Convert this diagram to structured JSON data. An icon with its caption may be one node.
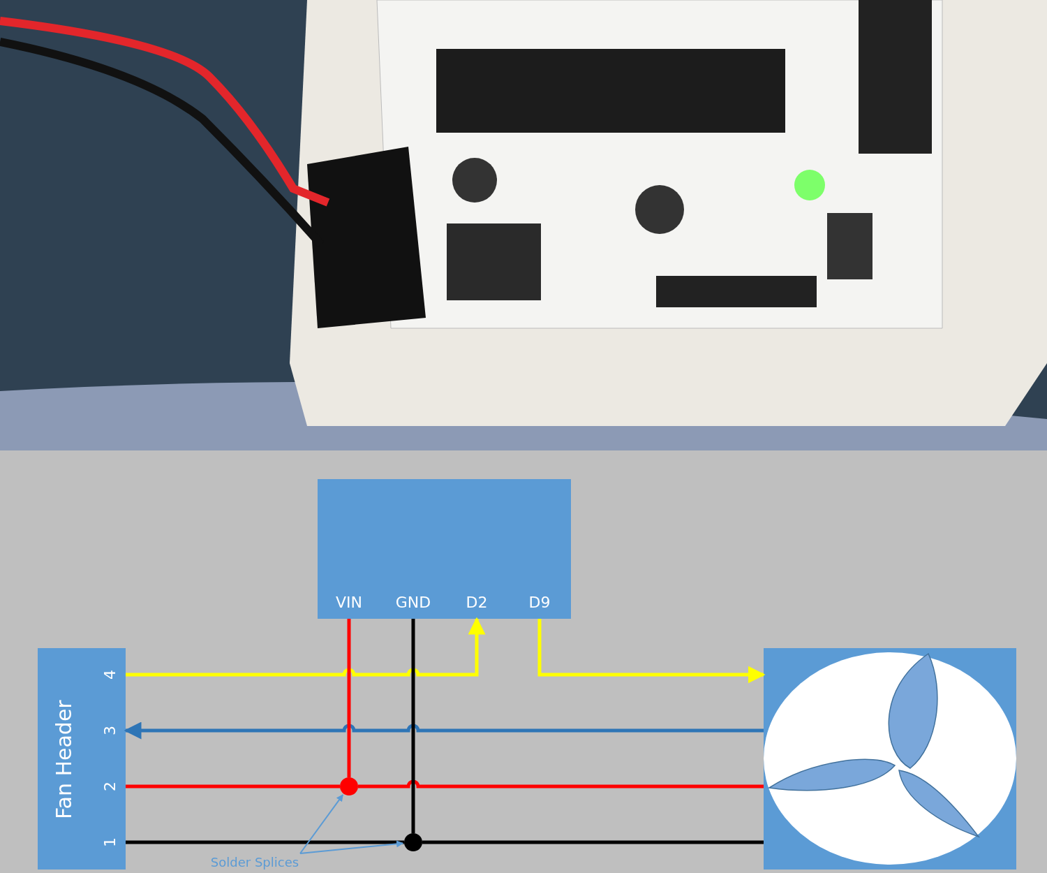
{
  "diagram": {
    "nodes": [
      {
        "text": [],
        "shape": "picture"
      },
      {
        "text": [],
        "shape": "box"
      },
      {
        "text": [
          "VIN"
        ],
        "in": 1
      },
      {
        "text": [
          "GND"
        ],
        "in": 1
      },
      {
        "text": [
          "D2"
        ],
        "in": 1
      },
      {
        "text": [
          "D9"
        ],
        "in": 1
      },
      {
        "text": [
          "Fan Header"
        ]
      },
      {
        "text": [
          "4"
        ],
        "in": 6
      },
      {
        "text": [
          "3"
        ],
        "in": 6
      },
      {
        "text": [
          "2"
        ],
        "in": 6
      },
      {
        "text": [
          "1"
        ],
        "in": 6
      },
      {
        "text": [],
        "shape": "picture"
      },
      {
        "text": [],
        "shape": "circle"
      },
      {
        "text": [],
        "shape": "circle"
      },
      {
        "text": [
          "Solder Splices"
        ]
      }
    ],
    "edges": [
      {
        "from": 7,
        "to": 4,
        "arrow": "to",
        "color": "#ffff00"
      },
      {
        "from": 5,
        "to": 11,
        "arrow": "to",
        "color": "#ffff00"
      },
      {
        "from": 11,
        "to": 8,
        "arrow": "to",
        "color": "#2e75b6"
      },
      {
        "from": 2,
        "to": 12,
        "arrow": "none",
        "color": "#ff0000"
      },
      {
        "from": 12,
        "to": 9,
        "arrow": "none",
        "color": "#ff0000"
      },
      {
        "from": 12,
        "to": 11,
        "arrow": "none",
        "color": "#ff0000"
      },
      {
        "from": 3,
        "to": 13,
        "arrow": "none",
        "color": "#000000"
      },
      {
        "from": 13,
        "to": 10,
        "arrow": "none",
        "color": "#000000"
      },
      {
        "from": 13,
        "to": 11,
        "arrow": "none",
        "color": "#000000"
      },
      {
        "from": 14,
        "to": 12,
        "arrow": "to",
        "color": "#5b9bd5"
      },
      {
        "from": 14,
        "to": 13,
        "arrow": "to",
        "color": "#5b9bd5"
      }
    ]
  }
}
